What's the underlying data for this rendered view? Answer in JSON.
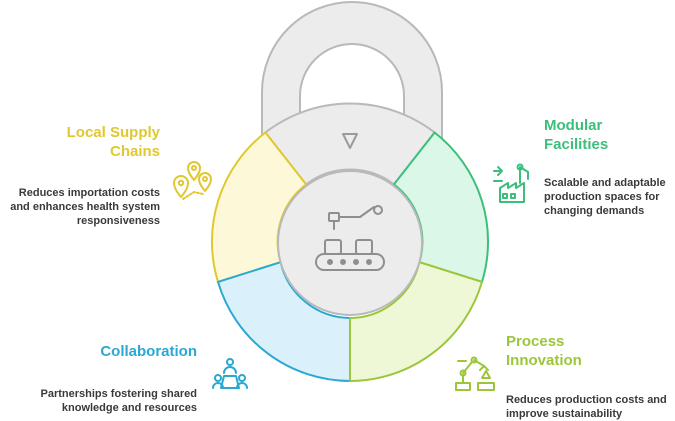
{
  "sections": {
    "local_supply_chains": {
      "title_line1": "Local Supply",
      "title_line2": "Chains",
      "desc_line1": "Reduces importation costs",
      "desc_line2": "and enhances health system",
      "desc_line3": "responsiveness",
      "color": "#e0c82e",
      "fill": "#fdf8d8",
      "icon": "location-pins-icon"
    },
    "modular_facilities": {
      "title_line1": "Modular",
      "title_line2": "Facilities",
      "desc_line1": "Scalable and adaptable",
      "desc_line2": "production spaces for",
      "desc_line3": "changing demands",
      "color": "#3cbf7a",
      "fill": "#dbf7e8",
      "icon": "modular-factory-icon"
    },
    "collaboration": {
      "title_line1": "Collaboration",
      "desc_line1": "Partnerships fostering shared",
      "desc_line2": "knowledge and resources",
      "color": "#2aa8d4",
      "fill": "#daf0fa",
      "icon": "team-collaboration-icon"
    },
    "process_innovation": {
      "title_line1": "Process",
      "title_line2": "Innovation",
      "desc_line1": "Reduces production costs and",
      "desc_line2": "improve sustainability",
      "color": "#9cc63a",
      "fill": "#eff8d6",
      "icon": "robot-arm-icon"
    }
  },
  "center": {
    "icon": "conveyor-robot-icon"
  },
  "lock": {
    "color": "#b9b9b9",
    "fill": "#ececec",
    "icon": "down-triangle-icon"
  }
}
